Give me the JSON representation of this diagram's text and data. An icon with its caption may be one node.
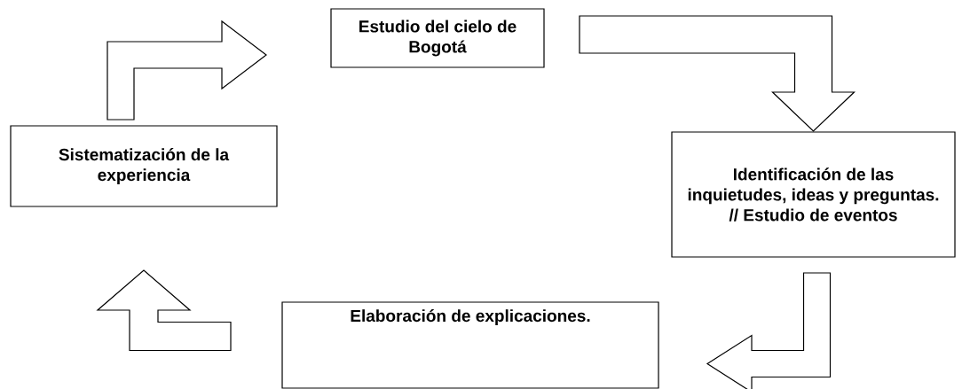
{
  "diagram": {
    "nodes": [
      {
        "text": [
          "Estudio del cielo de Bogotá"
        ]
      },
      {
        "text": [
          "Identificación de las inquietudes, ideas y preguntas. // Estudio de eventos"
        ]
      },
      {
        "text": [
          "Elaboración de explicaciones."
        ]
      },
      {
        "text": [
          "Sistematización de la experiencia"
        ]
      }
    ],
    "edges": [
      {
        "from": 3,
        "to": 0,
        "arrow": "to"
      },
      {
        "from": 0,
        "to": 1,
        "arrow": "to"
      },
      {
        "from": 1,
        "to": 2,
        "arrow": "to"
      },
      {
        "from": 2,
        "to": 3,
        "arrow": "to"
      }
    ]
  }
}
